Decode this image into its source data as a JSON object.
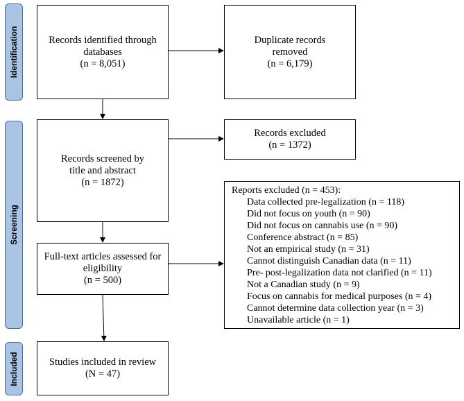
{
  "phases": {
    "identification": "Identification",
    "screening": "Screening",
    "included": "Included"
  },
  "boxes": {
    "identified": {
      "line1": "Records identified through",
      "line2": "databases",
      "line3": "(n = 8,051)"
    },
    "duplicates": {
      "line1": "Duplicate records",
      "line2": "removed",
      "line3": "(n = 6,179)"
    },
    "screened": {
      "line1": "Records screened by",
      "line2": "title and abstract",
      "line3": "(n = 1872)"
    },
    "excluded": {
      "line1": "Records excluded",
      "line2": "(n = 1372)"
    },
    "fulltext": {
      "line1": "Full-text articles assessed for",
      "line2": "eligibility",
      "line3": "(n = 500)"
    },
    "included": {
      "line1": "Studies included in review",
      "line2": "(N = 47)"
    }
  },
  "reports_excluded": {
    "heading": "Reports excluded (n = 453):",
    "reasons": [
      "Data collected pre-legalization (n = 118)",
      "Did not focus on youth (n = 90)",
      "Did not focus on cannabis use (n = 90)",
      "Conference abstract (n = 85)",
      "Not an empirical study (n = 31)",
      "Cannot distinguish Canadian data (n = 11)",
      "Pre- post-legalization data not clarified (n = 11)",
      "Not a Canadian study (n = 9)",
      "Focus on cannabis for medical purposes (n = 4)",
      "Cannot determine data collection year (n = 3)",
      "Unavailable article (n = 1)"
    ]
  },
  "colors": {
    "phase_fill": "#a9c4e4",
    "phase_border": "#4f6f96"
  }
}
